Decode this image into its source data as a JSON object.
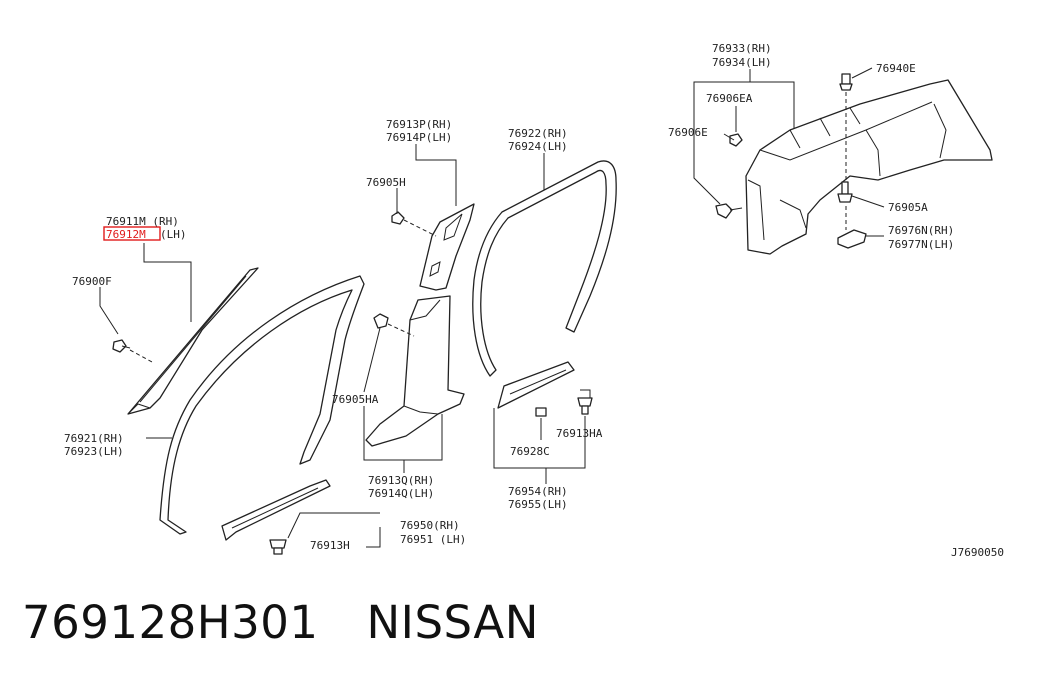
{
  "diagram": {
    "ref_code": "J7690050",
    "labels": {
      "a1": "76911M (RH)",
      "a2": "76912M",
      "a2s": "(LH)",
      "b": "76900F",
      "c1": "76921(RH)",
      "c2": "76923(LH)",
      "d1": "76913P(RH)",
      "d2": "76914P(LH)",
      "e": "76905H",
      "f1": "76922(RH)",
      "f2": "76924(LH)",
      "g": "76905HA",
      "h1": "76913Q(RH)",
      "h2": "76914Q(LH)",
      "i1": "76950(RH)",
      "i2": "76951 (LH)",
      "j": "76913H",
      "k": "76913HA",
      "l": "76928C",
      "m1": "76954(RH)",
      "m2": "76955(LH)",
      "n1": "76933(RH)",
      "n2": "76934(LH)",
      "o": "76906EA",
      "p": "76906E",
      "q": "76940E",
      "r": "76905A",
      "s1": "76976N(RH)",
      "s2": "76977N(LH)"
    },
    "highlight_color": "#e01b1b"
  },
  "caption": {
    "part_number": "769128H301",
    "brand": "NISSAN"
  }
}
